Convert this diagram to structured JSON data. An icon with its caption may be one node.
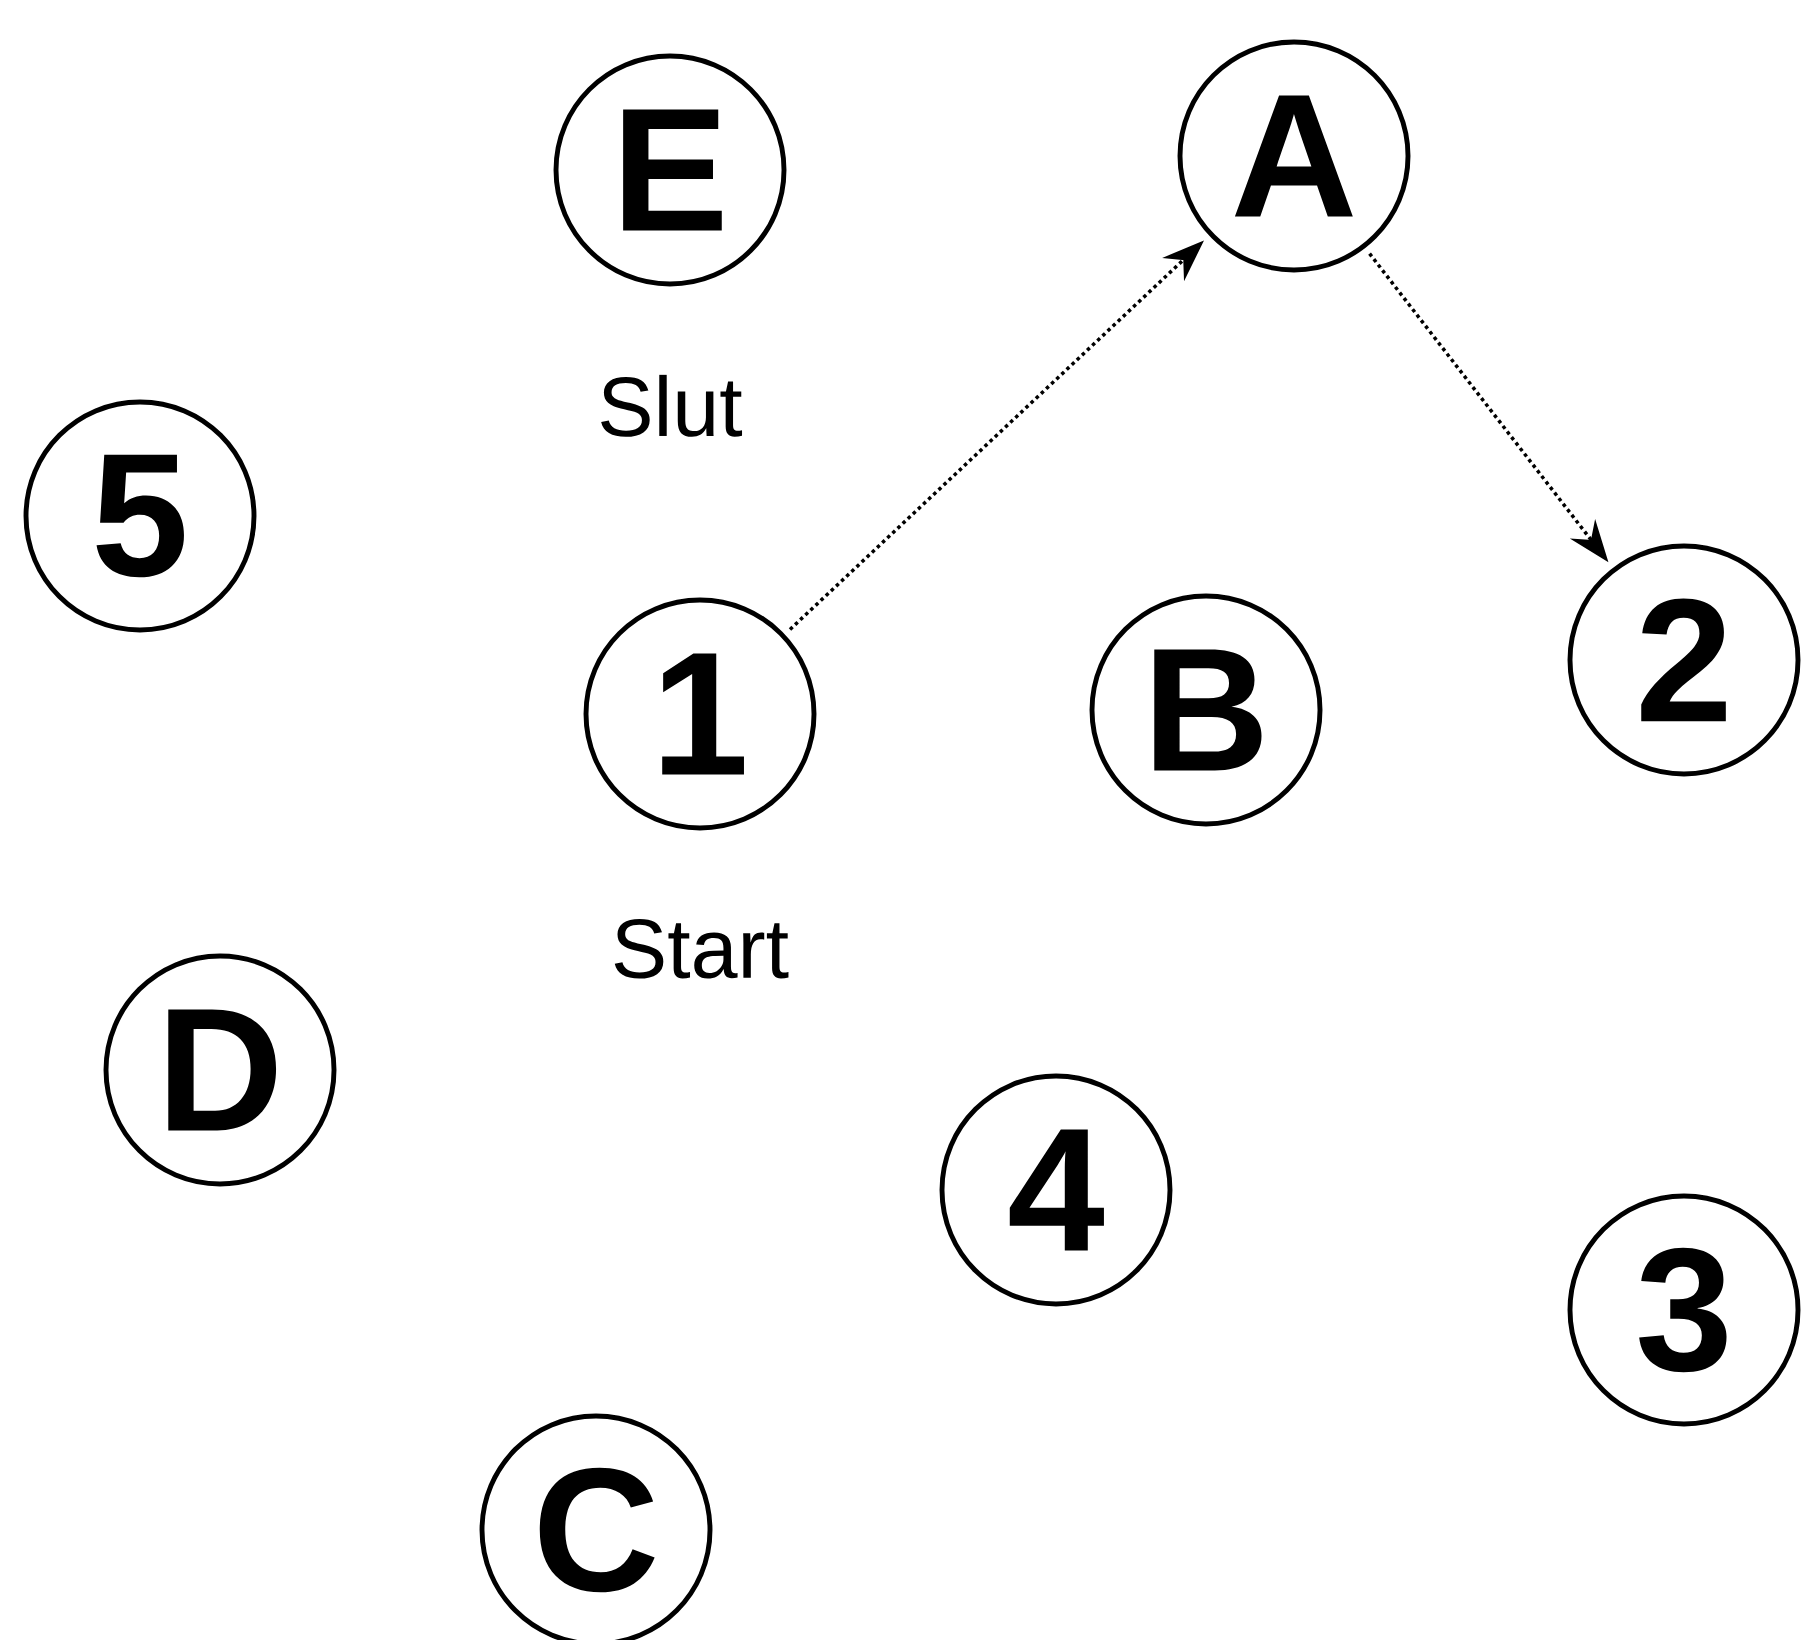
{
  "diagram": {
    "nodes": [
      {
        "text": [
          "E"
        ],
        "beside": [
          "Slut"
        ]
      },
      {
        "text": [
          "A"
        ]
      },
      {
        "text": [
          "5"
        ]
      },
      {
        "text": [
          "1"
        ],
        "beside": [
          "Start"
        ]
      },
      {
        "text": [
          "B"
        ]
      },
      {
        "text": [
          "2"
        ]
      },
      {
        "text": [
          "D"
        ]
      },
      {
        "text": [
          "4"
        ]
      },
      {
        "text": [
          "3"
        ]
      },
      {
        "text": [
          "C"
        ]
      }
    ],
    "edges": [
      {
        "from": 3,
        "to": 1,
        "arrow": "to",
        "style": "dashed"
      },
      {
        "from": 1,
        "to": 5,
        "arrow": "to",
        "style": "dashed"
      }
    ]
  }
}
